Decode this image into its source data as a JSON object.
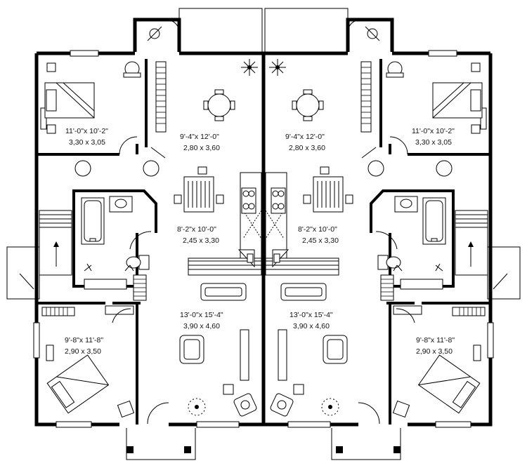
{
  "units": {
    "left": {
      "bedroom_top": {
        "imperial": "11'-0\"x 10'-2\"",
        "metric": "3,30 x 3,05"
      },
      "dining": {
        "imperial": "9'-4\"x 12'-0\"",
        "metric": "2,80 x 3,60"
      },
      "kitchen": {
        "imperial": "8'-2\"x 10'-0\"",
        "metric": "2,45 x 3,30"
      },
      "living": {
        "imperial": "13'-0\"x 15'-4\"",
        "metric": "3,90 x 4,60"
      },
      "bedroom_bottom": {
        "imperial": "9'-8\"x 11'-8\"",
        "metric": "2,90 x 3,50"
      }
    },
    "right": {
      "bedroom_top": {
        "imperial": "11'-0\"x 10'-2\"",
        "metric": "3,30 x 3,05"
      },
      "dining": {
        "imperial": "9'-4\"x 12'-0\"",
        "metric": "2,80 x 3,60"
      },
      "kitchen": {
        "imperial": "8'-2\"x 10'-0\"",
        "metric": "2,45 x 3,30"
      },
      "living": {
        "imperial": "13'-0\"x 15'-4\"",
        "metric": "3,90 x 4,60"
      },
      "bedroom_bottom": {
        "imperial": "9'-8\"x 11'-8\"",
        "metric": "2,90 x 3,50"
      }
    }
  },
  "icons": [
    "bed-icon",
    "dining-table-icon",
    "sofa-icon",
    "armchair-icon",
    "bathtub-icon",
    "toilet-icon",
    "sink-icon",
    "stove-icon",
    "plant-icon",
    "ceiling-light-icon",
    "door-swing-icon",
    "stair-arrow-icon"
  ]
}
